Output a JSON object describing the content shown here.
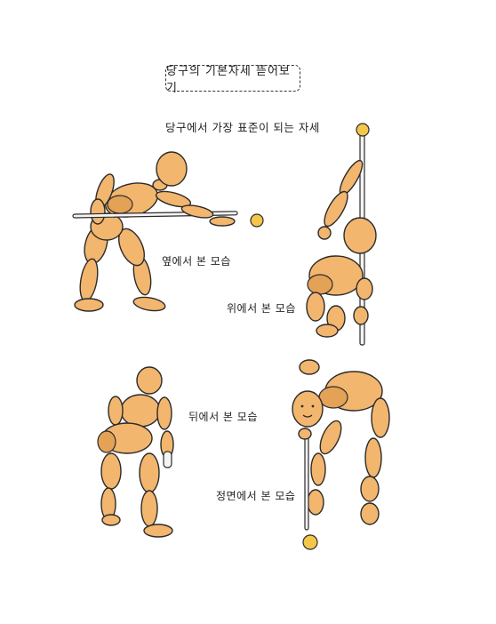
{
  "title": "당구의 기본자세 뜯어보기",
  "subtitle": "당구에서 가장 표준이 되는 자세",
  "captions": {
    "side": "옆에서 본 모습",
    "top": "위에서 본 모습",
    "back": "뒤에서 본 모습",
    "front": "정면에서 본 모습"
  },
  "colors": {
    "figure_fill": "#f2b66e",
    "figure_shade": "#e4a257",
    "outline": "#2b2b2b",
    "ball": "#f4c64a",
    "cue": "#f4f4f4"
  }
}
